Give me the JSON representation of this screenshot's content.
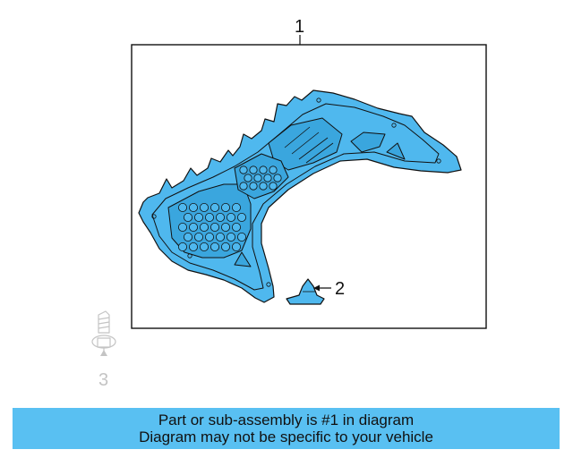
{
  "diagram": {
    "callouts": {
      "part_1": "1",
      "part_2": "2",
      "part_3": "3"
    },
    "colors": {
      "part_fill": "#4fb8ee",
      "outline": "#111111",
      "faded": "#c4c4c4",
      "banner": "#59c0f2"
    }
  },
  "banner": {
    "line1": "Part or sub-assembly is #1 in diagram",
    "line2": "Diagram may not be specific to your vehicle"
  }
}
